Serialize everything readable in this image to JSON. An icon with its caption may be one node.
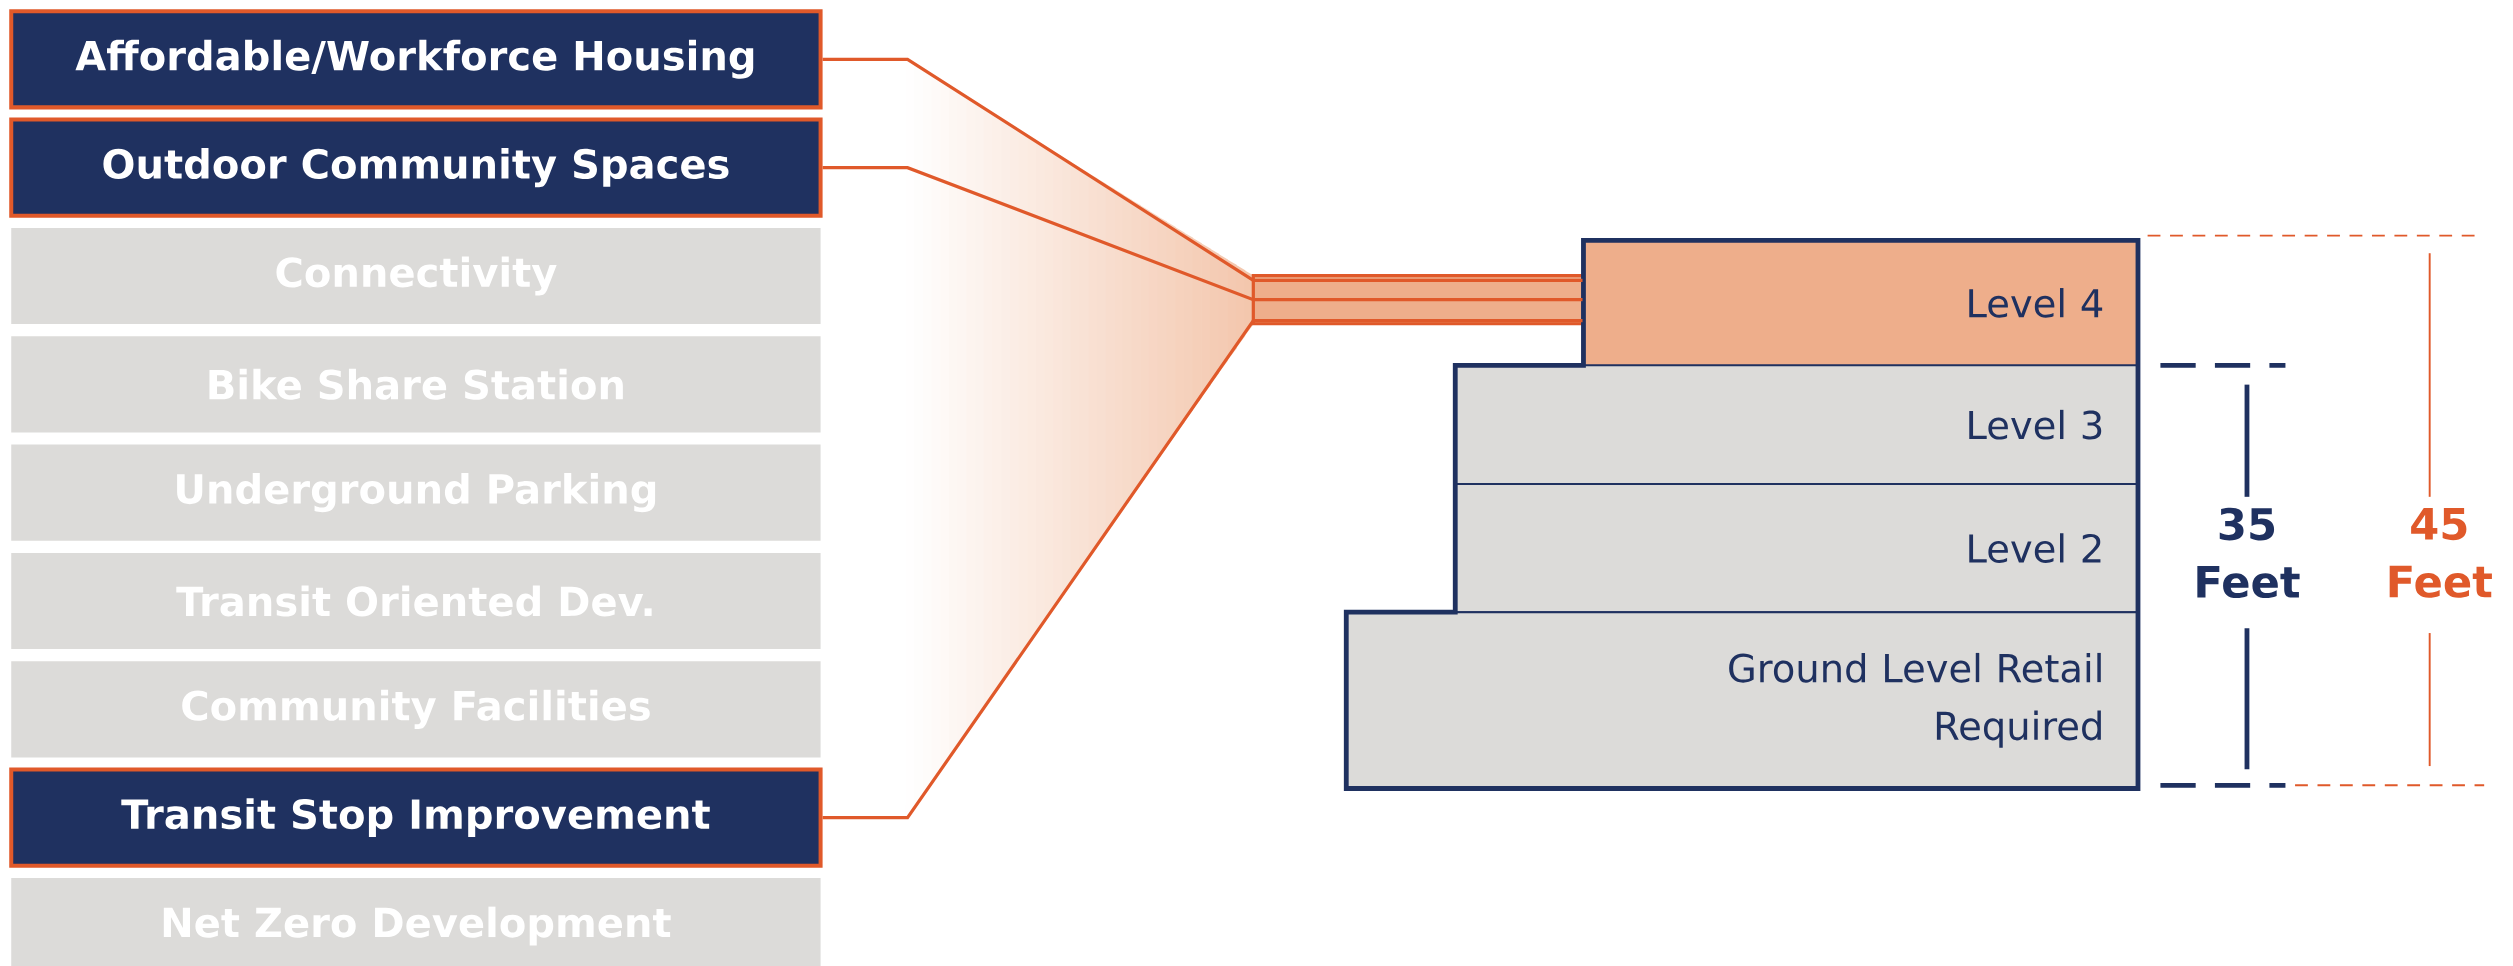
{
  "diagram": {
    "nodes": [
      {
        "text": [
          "Affordable/Workforce Housing"
        ]
      },
      {
        "text": [
          "Outdoor Community Spaces"
        ]
      },
      {
        "text": [
          "Connectivity"
        ]
      },
      {
        "text": [
          "Bike Share Station"
        ]
      },
      {
        "text": [
          "Underground Parking"
        ]
      },
      {
        "text": [
          "Transit Oriented Dev."
        ]
      },
      {
        "text": [
          "Community Facilities"
        ]
      },
      {
        "text": [
          "Transit Stop Improvement"
        ]
      },
      {
        "text": [
          "Net Zero Development"
        ]
      },
      {
        "text": [
          "Level 4"
        ]
      },
      {
        "text": [
          "Level 3"
        ]
      },
      {
        "text": [
          "Level 2"
        ]
      },
      {
        "text": [
          "Ground Level Retail Required"
        ]
      }
    ],
    "edges": [
      {
        "from": 0,
        "to": 9,
        "arrow": "none"
      },
      {
        "from": 1,
        "to": 9,
        "arrow": "none"
      },
      {
        "from": 7,
        "to": 9,
        "arrow": "none"
      }
    ],
    "labels": [
      "35 Feet",
      "45 Feet"
    ]
  }
}
